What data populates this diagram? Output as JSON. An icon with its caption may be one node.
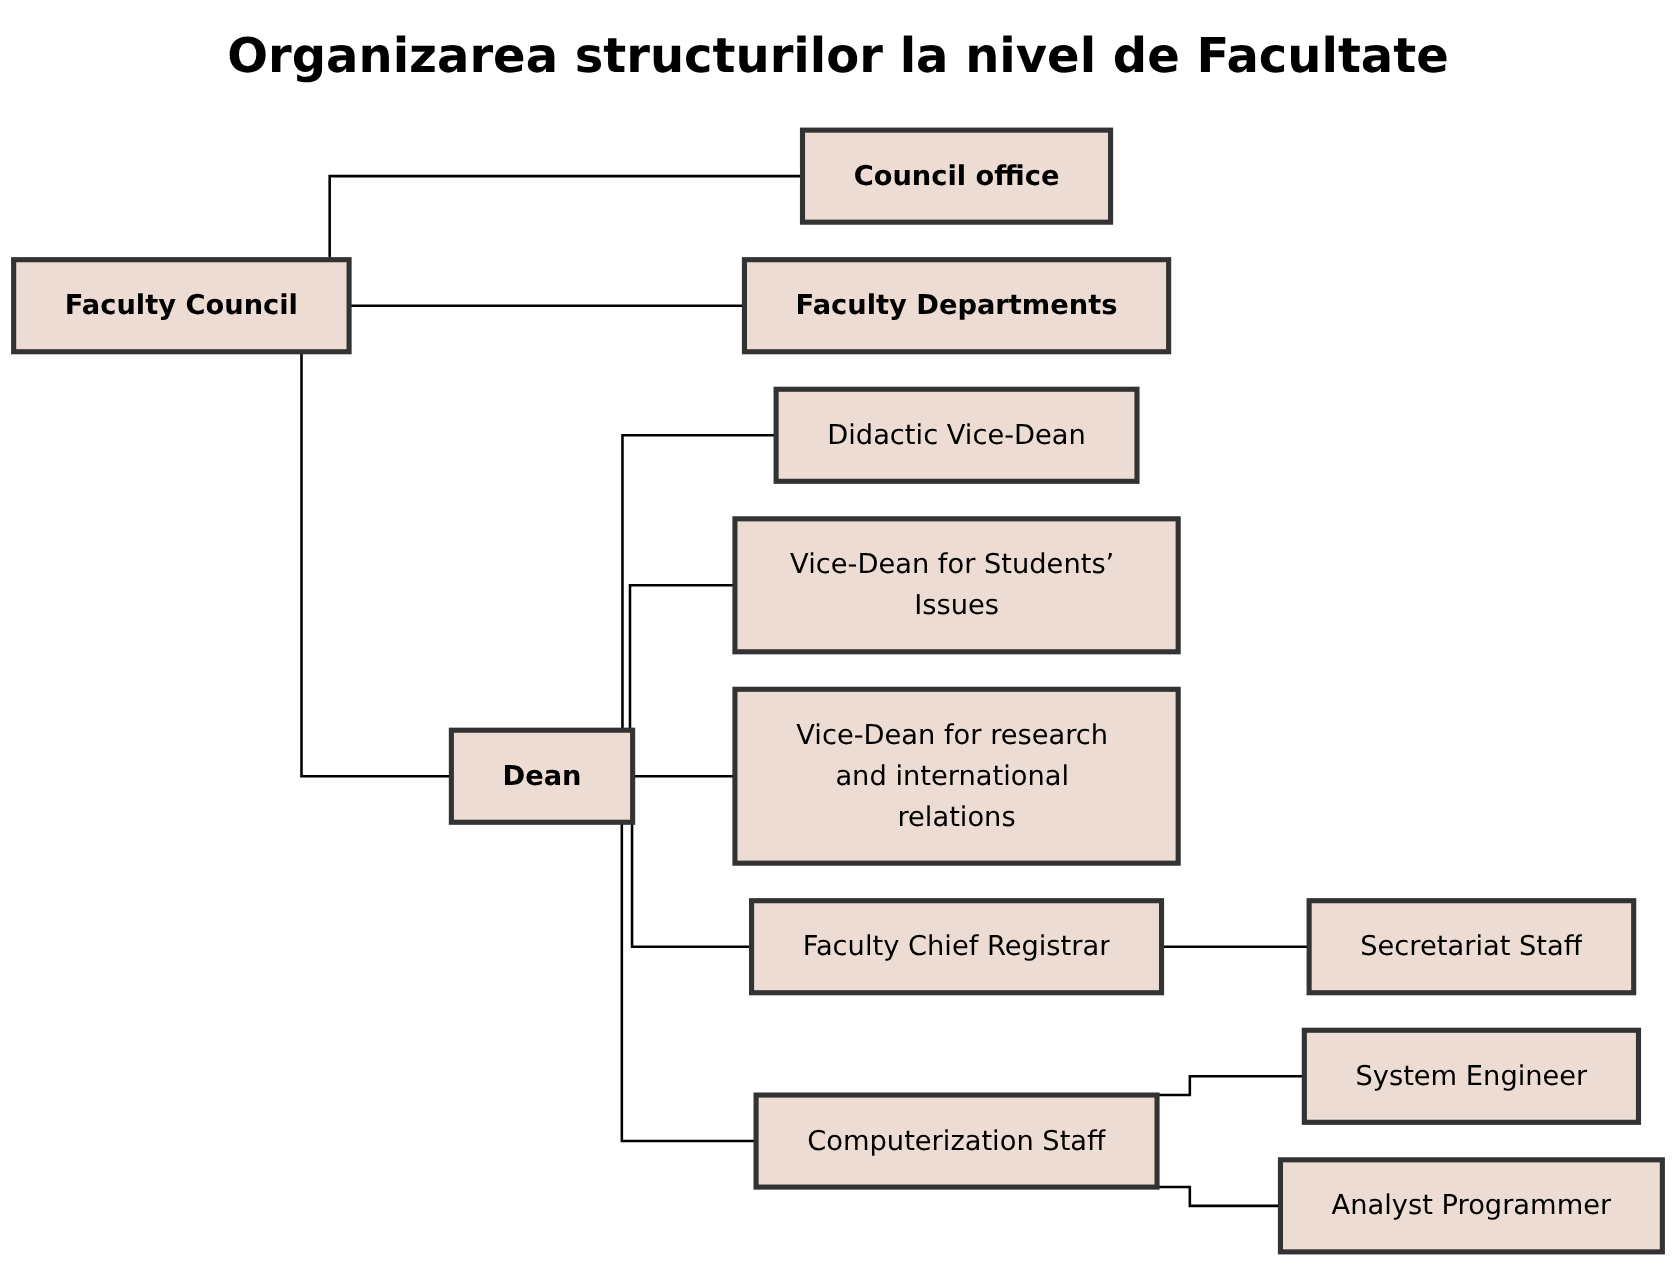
{
  "diagram": {
    "title": "Organizarea structurilor la nivel de Facultate",
    "nodes": [
      {
        "text": [
          "Faculty Council"
        ]
      },
      {
        "text": [
          "Council office"
        ]
      },
      {
        "text": [
          "Dean"
        ]
      },
      {
        "text": [
          "Faculty Departments"
        ]
      },
      {
        "text": [
          "Didactic Vice-Dean"
        ]
      },
      {
        "text": [
          "Vice-Dean for Students’ Issues"
        ]
      },
      {
        "text": [
          "Vice-Dean for research and international relations"
        ]
      },
      {
        "text": [
          "Faculty Chief Registrar"
        ]
      },
      {
        "text": [
          "Secretariat Staff"
        ]
      },
      {
        "text": [
          "Computerization Staff"
        ]
      },
      {
        "text": [
          "System Engineer"
        ]
      },
      {
        "text": [
          "Analyst Programmer"
        ]
      }
    ],
    "edges": [
      {
        "from": 0,
        "to": 1,
        "arrow": "none"
      },
      {
        "from": 0,
        "to": 2,
        "arrow": "none"
      },
      {
        "from": 0,
        "to": 3,
        "arrow": "none"
      },
      {
        "from": 2,
        "to": 4,
        "arrow": "none"
      },
      {
        "from": 2,
        "to": 5,
        "arrow": "none"
      },
      {
        "from": 2,
        "to": 6,
        "arrow": "none"
      },
      {
        "from": 2,
        "to": 7,
        "arrow": "none"
      },
      {
        "from": 7,
        "to": 8,
        "arrow": "none"
      },
      {
        "from": 2,
        "to": 9,
        "arrow": "none"
      },
      {
        "from": 9,
        "to": 10,
        "arrow": "none"
      },
      {
        "from": 9,
        "to": 11,
        "arrow": "none"
      }
    ]
  }
}
